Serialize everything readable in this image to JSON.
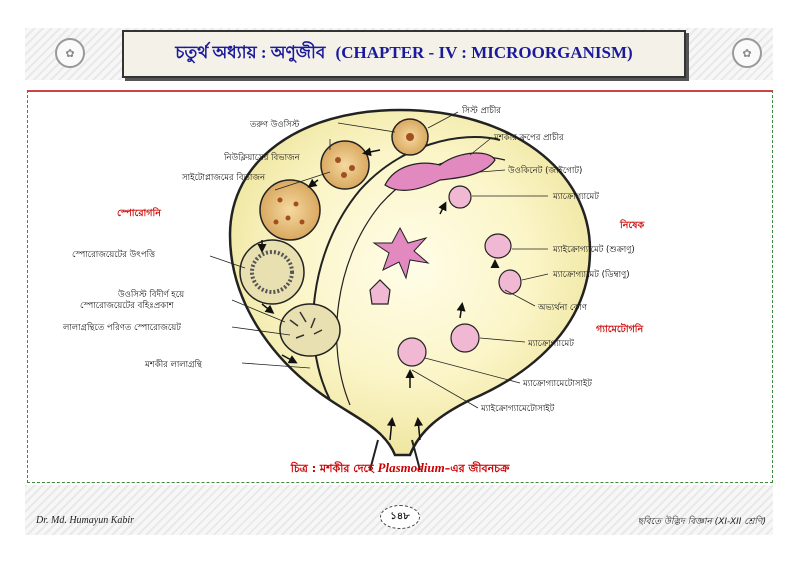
{
  "header": {
    "title_bn": "চতুর্থ অধ্যায় : অণুজীব",
    "title_en": "(CHAPTER - IV : MICROORGANISM)"
  },
  "diagram": {
    "labels_left": [
      "তরুণ উওসিস্ট",
      "নিউক্লিয়াসের বিভাজন",
      "সাইটোপ্লাজমের বিভাজন",
      "স্পোরোজয়েটের উৎপত্তি",
      "উওসিস্ট বিদীর্ণ হয়ে",
      "স্পোরোজয়েটের বহিঃপ্রকাশ",
      "লালাগ্রন্থিতে পরিণত স্পোরোজয়েট",
      "মশকীর লালাগ্রন্থি"
    ],
    "labels_right": [
      "সিস্ট প্রাচীর",
      "মশকীর ক্রপের প্রাচীর",
      "উওকিনেট (জাইগোট)",
      "ম্যাক্রোগ্যামেট",
      "ম্যাইক্রোগ্যামেট (শুক্রাণু)",
      "ম্যাক্রোগ্যামেট (ডিম্বাণু)",
      "অভ্যর্থনা কোণ",
      "ম্যাক্রোগ্যামেট",
      "ম্যাক্রোগ্যামেটোসাইট",
      "ম্যাইক্রোগ্যামেটোসাইট"
    ],
    "phase_left": "স্পোরোগনি",
    "phase_right_1": "নিষেক",
    "phase_right_2": "গ্যামেটোগনি"
  },
  "caption": {
    "prefix": "চিত্র : মশকীর দেহে ",
    "italic": "Plasmodium",
    "suffix": "–এর জীবনচক্র"
  },
  "footer": {
    "author": "Dr. Md. Humayun Kabir",
    "page": "১৪৮",
    "book": "ছবিতে উদ্ভিদ বিজ্ঞান (XI-XII শ্রেণি)"
  },
  "colors": {
    "title": "#1a1a9a",
    "phase": "#d01010",
    "caption": "#cc0000"
  }
}
